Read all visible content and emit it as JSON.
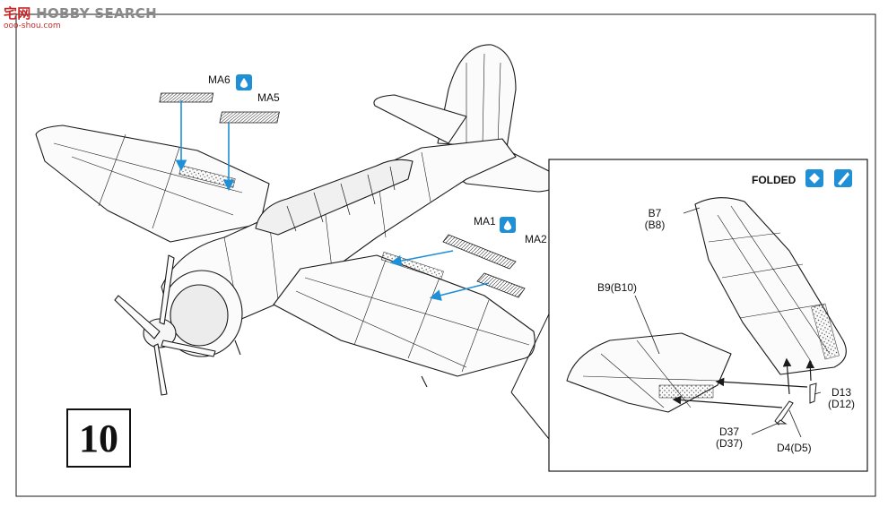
{
  "watermark": {
    "title": "HOBBY SEARCH",
    "prefix": "宅网",
    "site": "ooo-shou.com"
  },
  "step_number": "10",
  "inset": {
    "state_label": "FOLDED"
  },
  "parts": {
    "ma6": "MA6",
    "ma5": "MA5",
    "ma1": "MA1",
    "ma2": "MA2",
    "b7": "B7",
    "b7_alt": "(B8)",
    "b9": "B9(B10)",
    "d13": "D13",
    "d13_alt": "(D12)",
    "d37": "D37",
    "d37_alt": "(D37)",
    "d4": "D4(D5)"
  },
  "icons": [
    "paint-drop-icon",
    "paint-drop-icon",
    "fold-wing-icon",
    "paint-brush-icon"
  ],
  "colors": {
    "arrow_blue": "#1f8fd6",
    "icon_blue": "#1f8fd6",
    "line": "#1a1a1a"
  }
}
